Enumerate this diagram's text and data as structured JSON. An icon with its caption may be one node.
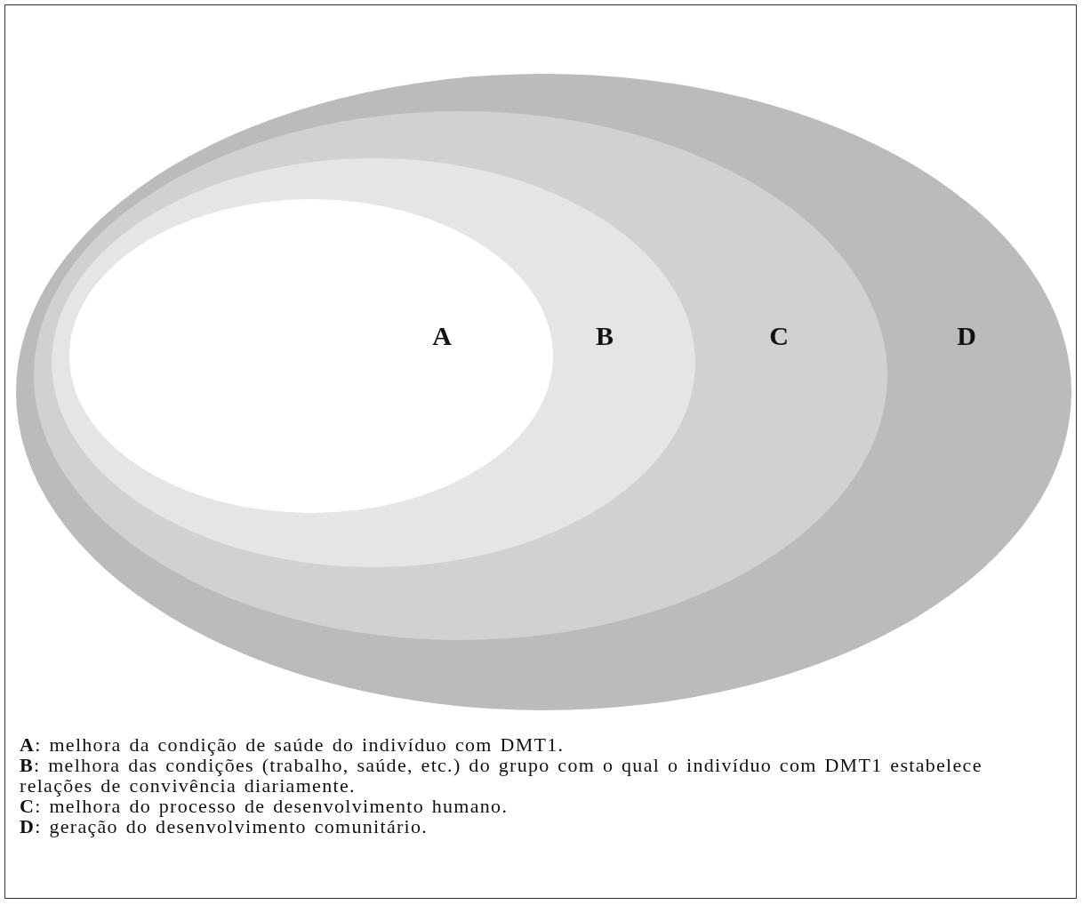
{
  "diagram": {
    "nodes": [
      {
        "text": [
          "D"
        ]
      },
      {
        "text": [
          "C"
        ],
        "in": 0
      },
      {
        "text": [
          "B"
        ],
        "in": 1
      },
      {
        "text": [
          "A"
        ],
        "in": 2
      }
    ],
    "labels": [
      "**A**: melhora da condição de saúde do indivíduo com DMT1.",
      "**B**: melhora das condições (trabalho, saúde, etc.) do grupo com o qual o indivíduo com DMT1 estabelece relações de convivência diariamente.",
      "**C**: melhora do processo de desenvolvimento humano.",
      "**D**: geração do desenvolvimento comunitário."
    ]
  }
}
